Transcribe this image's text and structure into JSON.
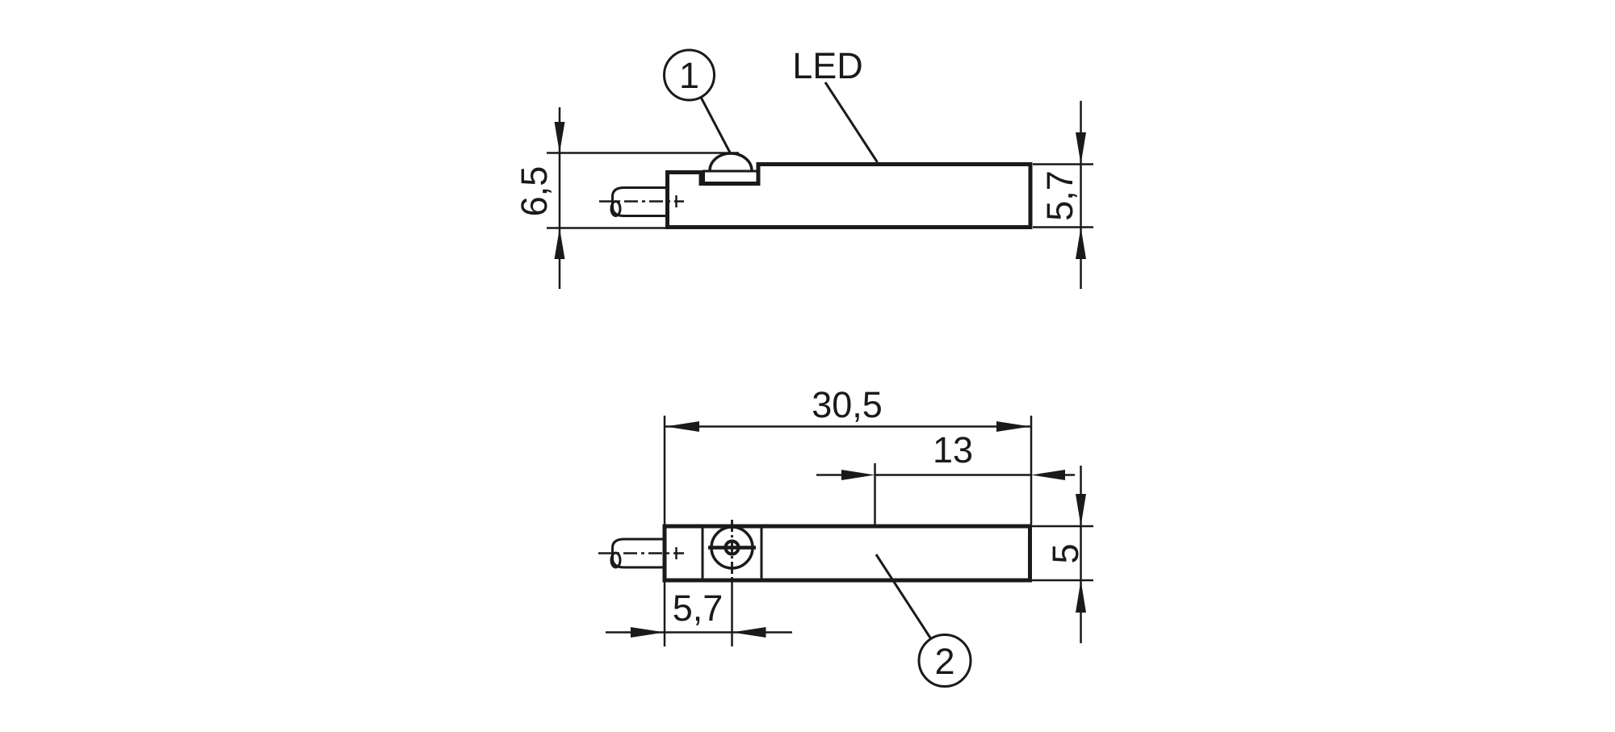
{
  "drawing": {
    "background": "#ffffff",
    "ink": "#1a1a1a",
    "upper": {
      "callout1": "1",
      "led": "LED",
      "dim_overall_height": "6,5",
      "dim_body_height": "5,7"
    },
    "lower": {
      "callout2": "2",
      "dim_overall_length": "30,5",
      "dim_led_position": "13",
      "dim_body_width": "5",
      "dim_face_offset": "5,7"
    }
  }
}
